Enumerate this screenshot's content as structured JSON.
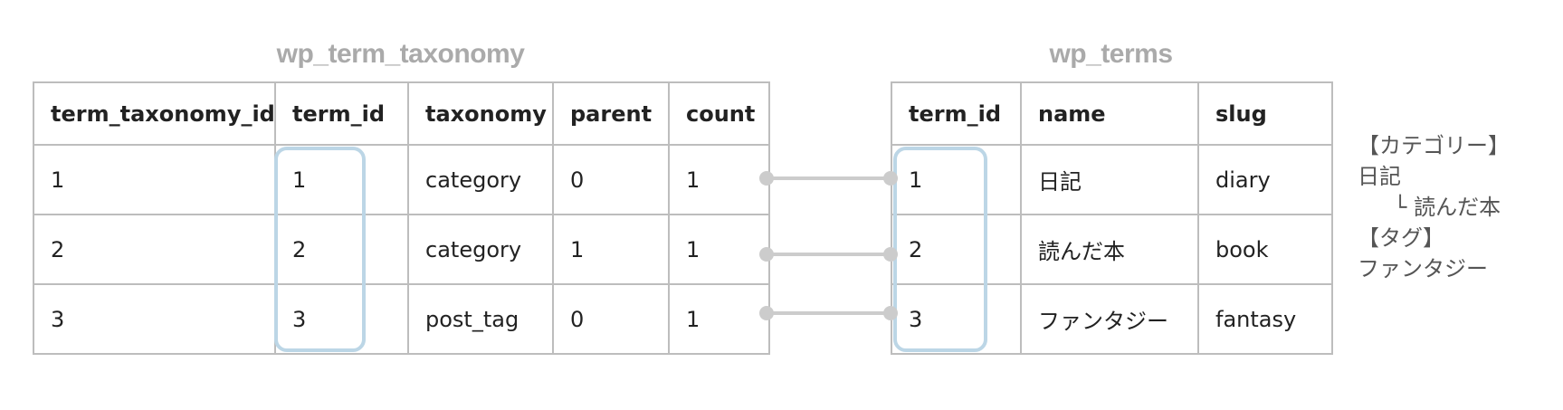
{
  "tables": {
    "term_taxonomy": {
      "title": "wp_term_taxonomy",
      "headers": [
        "term_taxonomy_id",
        "term_id",
        "taxonomy",
        "parent",
        "count"
      ],
      "rows": [
        [
          "1",
          "1",
          "category",
          "0",
          "1"
        ],
        [
          "2",
          "2",
          "category",
          "1",
          "1"
        ],
        [
          "3",
          "3",
          "post_tag",
          "0",
          "1"
        ]
      ]
    },
    "terms": {
      "title": "wp_terms",
      "headers": [
        "term_id",
        "name",
        "slug"
      ],
      "rows": [
        [
          "1",
          "日記",
          "diary"
        ],
        [
          "2",
          "読んだ本",
          "book"
        ],
        [
          "3",
          "ファンタジー",
          "fantasy"
        ]
      ]
    }
  },
  "notes": {
    "category_heading": "【カテゴリー】",
    "category_parent": "日記",
    "category_child": "└ 読んだ本",
    "tag_heading": "【タグ】",
    "tag_item": "ファンタジー"
  },
  "colors": {
    "title": "#aaaaaa",
    "border": "#bdbdbd",
    "highlight": "#bcd6e6",
    "connector": "#cccccc",
    "notes": "#555555"
  }
}
